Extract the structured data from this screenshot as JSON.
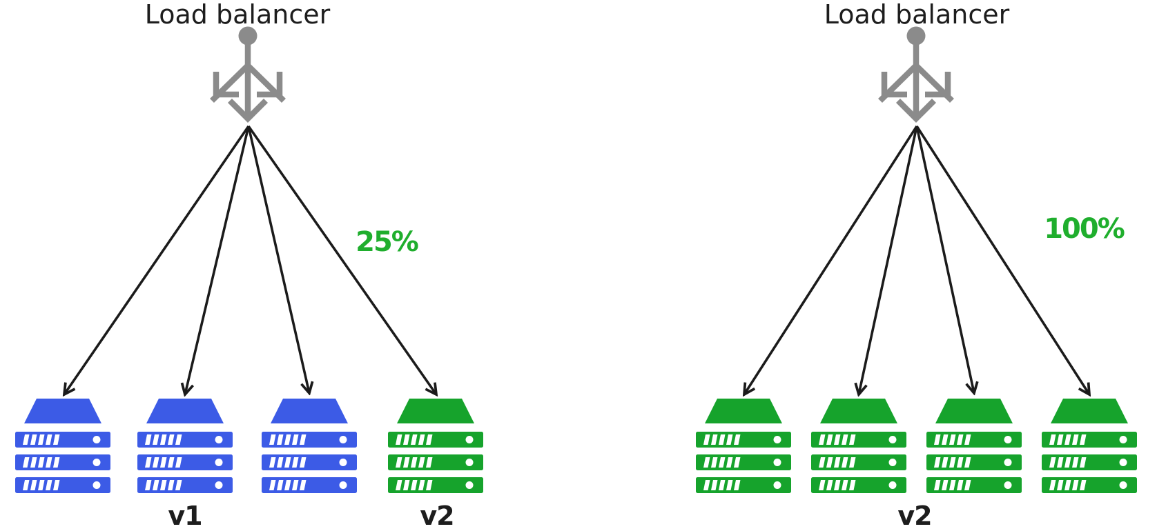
{
  "diagram": {
    "type": "canary-deployment-load-balancing",
    "colors": {
      "server_blue": "#3c5be6",
      "server_green": "#16a32c",
      "percent_green": "#1fae2d",
      "icon_gray": "#8b8b8b",
      "arrow_black": "#1b1b1b",
      "text_black": "#1d1d1d"
    },
    "panels": [
      {
        "lb_label": "Load balancer",
        "percent_label": "25%",
        "version_labels": [
          "v1",
          "v2"
        ],
        "servers": [
          {
            "version": "v1",
            "color": "#3c5be6"
          },
          {
            "version": "v1",
            "color": "#3c5be6"
          },
          {
            "version": "v1",
            "color": "#3c5be6"
          },
          {
            "version": "v2",
            "color": "#16a32c"
          }
        ]
      },
      {
        "lb_label": "Load balancer",
        "percent_label": "100%",
        "version_labels": [
          "v2"
        ],
        "servers": [
          {
            "version": "v2",
            "color": "#16a32c"
          },
          {
            "version": "v2",
            "color": "#16a32c"
          },
          {
            "version": "v2",
            "color": "#16a32c"
          },
          {
            "version": "v2",
            "color": "#16a32c"
          }
        ]
      }
    ]
  }
}
